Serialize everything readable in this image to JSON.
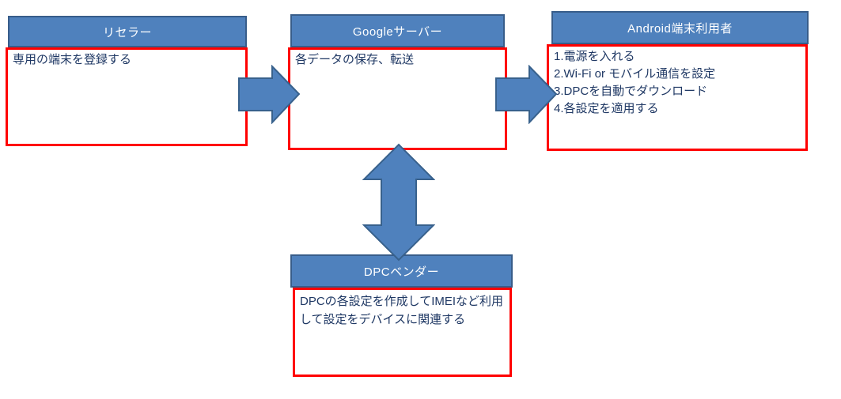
{
  "colors": {
    "header_fill": "#4F81BD",
    "header_border": "#385D8A",
    "header_text": "#FFFFFF",
    "body_border": "#FF0000",
    "body_text": "#1F3864",
    "arrow_fill": "#4F81BD",
    "arrow_border": "#38618C"
  },
  "diagram": {
    "boxes": [
      {
        "id": "reseller",
        "title": "リセラー",
        "lines": [
          "専用の端末を登録する"
        ]
      },
      {
        "id": "google-server",
        "title": "Googleサーバー",
        "lines": [
          "各データの保存、転送"
        ]
      },
      {
        "id": "android-user",
        "title": "Android端末利用者",
        "lines": [
          "1.電源を入れる",
          "2.Wi-Fi or モバイル通信を設定",
          "3.DPCを自動でダウンロード",
          "4.各設定を適用する"
        ]
      },
      {
        "id": "dpc-vendor",
        "title": "DPCベンダー",
        "lines": [
          "DPCの各設定を作成してIMEIなど利用して設定をデバイスに関連する"
        ]
      }
    ],
    "arrows": [
      {
        "id": "reseller-to-google",
        "direction": "right"
      },
      {
        "id": "google-to-android",
        "direction": "right"
      },
      {
        "id": "google-dpc-bidirectional",
        "direction": "vertical-double"
      }
    ]
  }
}
